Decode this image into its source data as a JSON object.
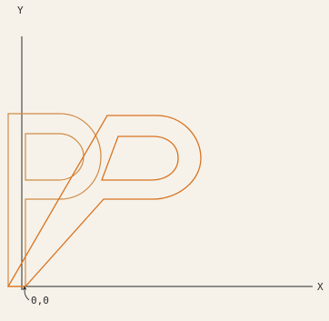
{
  "labels": {
    "y_axis": "Y",
    "x_axis": "X",
    "origin": "0,0"
  },
  "colors": {
    "background": "#f6f2ea",
    "axes": "#2a2a2a",
    "original_letter": "#cf8a45",
    "sheared_letter": "#d9731f"
  }
}
